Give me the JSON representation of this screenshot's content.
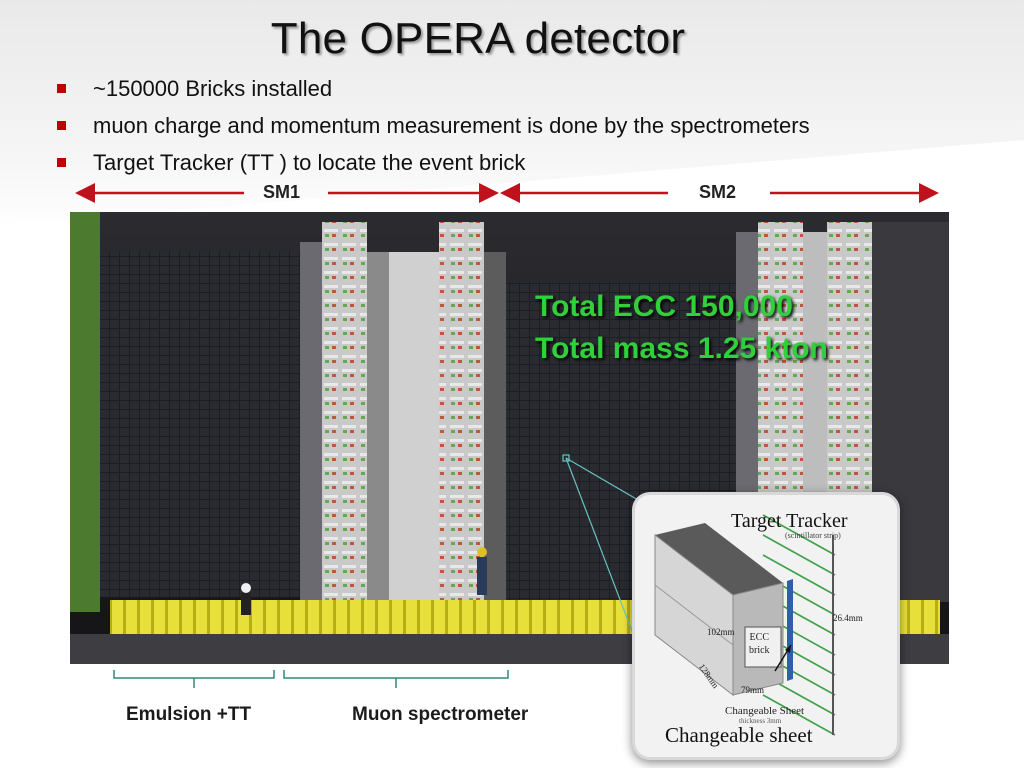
{
  "slide": {
    "title": "The OPERA detector",
    "bullets": [
      "~150000 Bricks  installed",
      "muon  charge and momentum measurement is done by the  spectrometers",
      "Target Tracker (TT ) to locate the event brick"
    ]
  },
  "sections": {
    "sm1": "SM1",
    "sm2": "SM2"
  },
  "photo": {
    "overlay_line1": "Total ECC 150,000",
    "overlay_line2": "Total mass 1.25 kton"
  },
  "braces": {
    "left": "Emulsion +TT",
    "right": "Muon spectrometer"
  },
  "inset": {
    "target_tracker": "Target Tracker",
    "scint_strip": "(scintillator strip)",
    "dim_264": "26.4mm",
    "dim_102": "102mm",
    "dim_128": "128mm",
    "dim_79": "79mm",
    "ecc_brick": [
      "ECC",
      "brick"
    ],
    "cs_small": "Changeable Sheet",
    "cs_small2": "thickness 3mm",
    "changeable_sheet": "Changeable sheet"
  },
  "colors": {
    "arrow": "#c0121c",
    "overlay_text": "#2fd03a",
    "bullet": "#c00000",
    "brace": "#2e8b78"
  }
}
